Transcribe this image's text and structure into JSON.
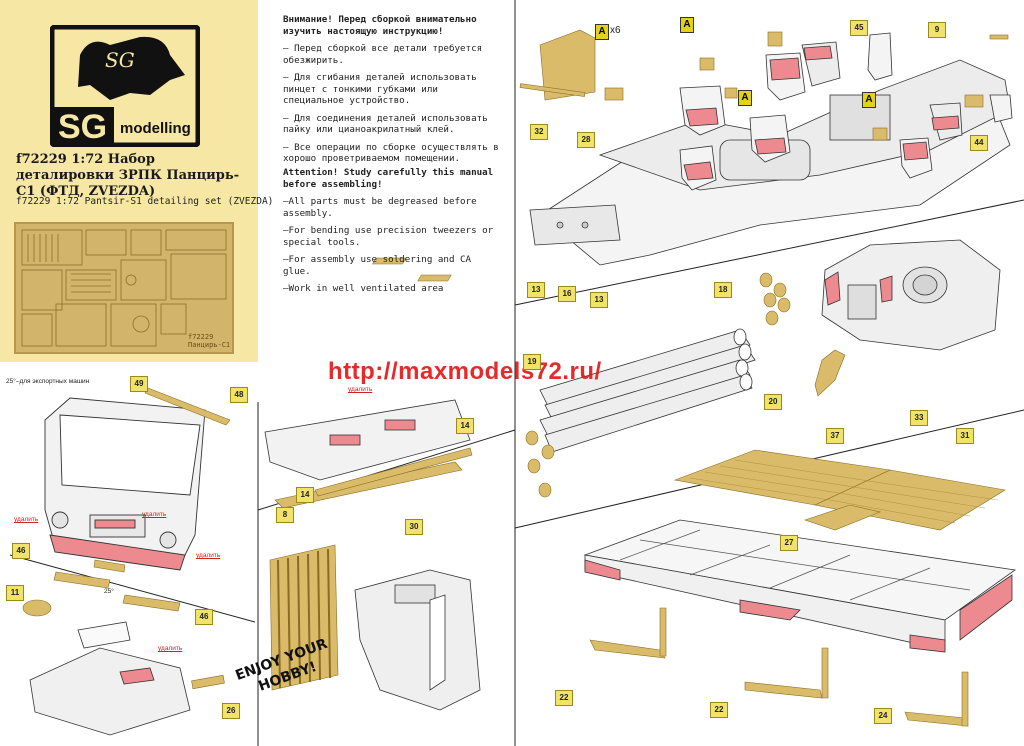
{
  "logo": {
    "mark": "SG",
    "sub": "modelling",
    "script": "SG"
  },
  "title_ru": "f72229 1:72 Набор деталировки ЗРПК Панцирь-С1 (ФТД, ZVEZDA)",
  "title_en": "f72229 1:72 Pantsir-S1 detailing set (ZVEZDA)",
  "fret_code": [
    "f72229",
    "Панцирь-С1"
  ],
  "instructions_ru": {
    "heading": "Внимание! Перед сборкой внимательно изучить настоящую инструкцию!",
    "items": [
      "– Перед сборкой все детали требуется обезжирить.",
      "– Для сгибания деталей использовать пинцет с тонкими губками или специальное устройство.",
      "– Для соединения деталей использовать пайку или цианоакрилатный клей.",
      "– Все операции по сборке осуществлять в хорошо проветриваемом помещении."
    ]
  },
  "instructions_en": {
    "heading": "Attention! Study carefully this manual before assembling!",
    "items": [
      "–All parts must be degreased before assembly.",
      "–For bending use precision tweezers or special tools.",
      "–For assembly use soldering and CA glue.",
      "–Work in well ventilated area"
    ]
  },
  "watermark": "http://maxmodels72.ru/",
  "note_export": "25°–для экспортных машин",
  "remove_label": "удалить",
  "angle_label": "25°",
  "multiplier": "x6",
  "letter_a": "A",
  "enjoy": "ENJOY YOUR HOBBY!",
  "part_numbers": {
    "p32": "32",
    "p28": "28",
    "p45": "45",
    "p9": "9",
    "p44": "44",
    "p13a": "13",
    "p16": "16",
    "p13b": "13",
    "p18": "18",
    "p19": "19",
    "p20": "20",
    "p49": "49",
    "p48": "48",
    "p14a": "14",
    "p14b": "14",
    "p8": "8",
    "p46a": "46",
    "p46b": "46",
    "p11": "11",
    "p26": "26",
    "p30": "30",
    "p37": "37",
    "p33": "33",
    "p31": "31",
    "p27": "27",
    "p22a": "22",
    "p22b": "22",
    "p24": "24"
  },
  "colors": {
    "gold": "#d9bb6a",
    "pink": "#ec8a8f",
    "note_bg": "#f6e8a4",
    "label_bg": "#f1e36a",
    "watermark": "#e41919"
  }
}
